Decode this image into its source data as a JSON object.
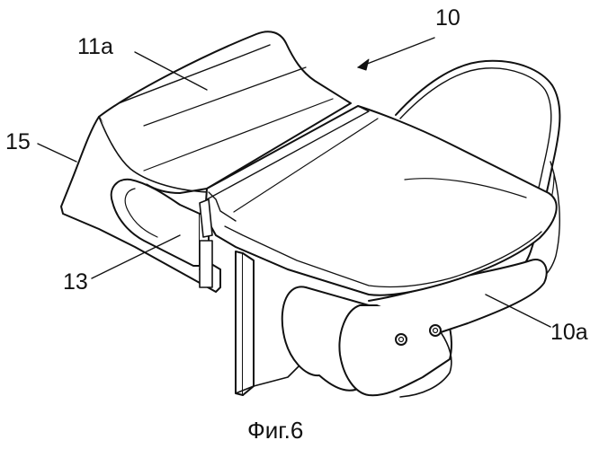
{
  "figure": {
    "caption": "Фиг.6",
    "labels": {
      "assembly": "10",
      "body_part": "10a",
      "upper_part": "11a",
      "opening": "13",
      "side_wall": "15"
    }
  },
  "colors": {
    "ink": "#111111",
    "paper": "#ffffff",
    "shade": "#f2f2f2"
  }
}
